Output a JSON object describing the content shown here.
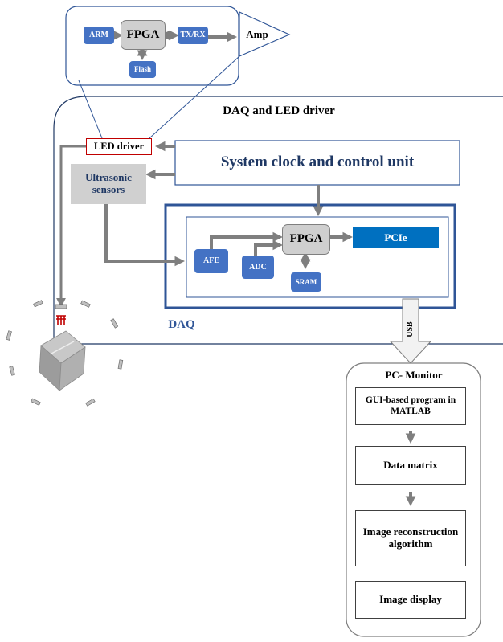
{
  "inset": {
    "arm": "ARM",
    "fpga": "FPGA",
    "txrx": "TX/RX",
    "flash": "Flash",
    "amp": "Amp"
  },
  "daq_board": {
    "title": "DAQ and LED driver",
    "led_driver": "LED driver",
    "system_clock": "System clock and control unit",
    "ultrasonic_sensors": "Ultrasonic sensors",
    "daq_label": "DAQ",
    "afe": "AFE",
    "adc": "ADC",
    "fpga": "FPGA",
    "sram": "SRAM",
    "pcie": "PCIe",
    "usb": "USB"
  },
  "pc_monitor": {
    "title": "PC- Monitor",
    "gui_program": "GUI-based program in MATLAB",
    "data_matrix": "Data matrix",
    "image_reconstruction": "Image reconstruction algorithm",
    "image_display": "Image display"
  },
  "colors": {
    "blue_box": "#4472c4",
    "pcie": "#0070c0",
    "daq_frame": "#2f5597",
    "arrow": "#7f7f7f",
    "title_navy": "#1f3864",
    "led_border": "#c00000"
  }
}
